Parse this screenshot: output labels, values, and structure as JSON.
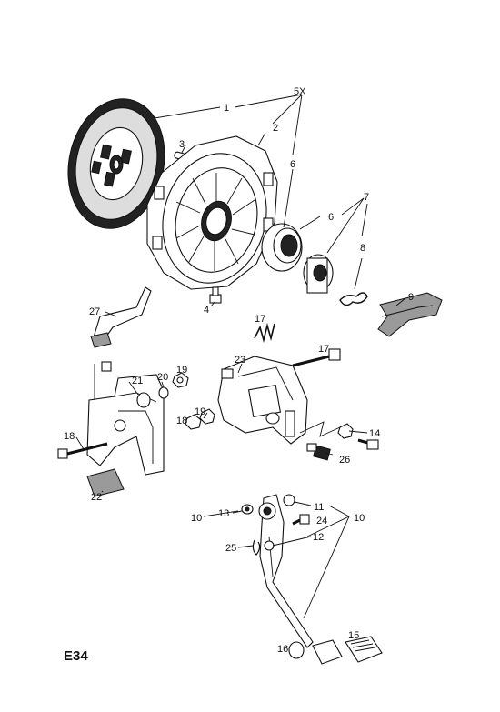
{
  "diagram": {
    "reference": "E34",
    "callouts": {
      "c1": "1",
      "c5x": "5X",
      "c2": "2",
      "c3": "3",
      "c6a": "6",
      "c6b": "6",
      "c7": "7",
      "c8": "8",
      "c9": "9",
      "c27": "27",
      "c4": "4",
      "c17a": "17",
      "c17b": "17",
      "c23": "23",
      "c19a": "19",
      "c19b": "19",
      "c20": "20",
      "c21": "21",
      "c18a": "18",
      "c18b": "18",
      "c14": "14",
      "c26": "26",
      "c22": "22",
      "c11": "11",
      "c10a": "10",
      "c10b": "10",
      "c13": "13",
      "c24": "24",
      "c12": "12",
      "c25": "25",
      "c16": "16",
      "c15": "15"
    }
  }
}
